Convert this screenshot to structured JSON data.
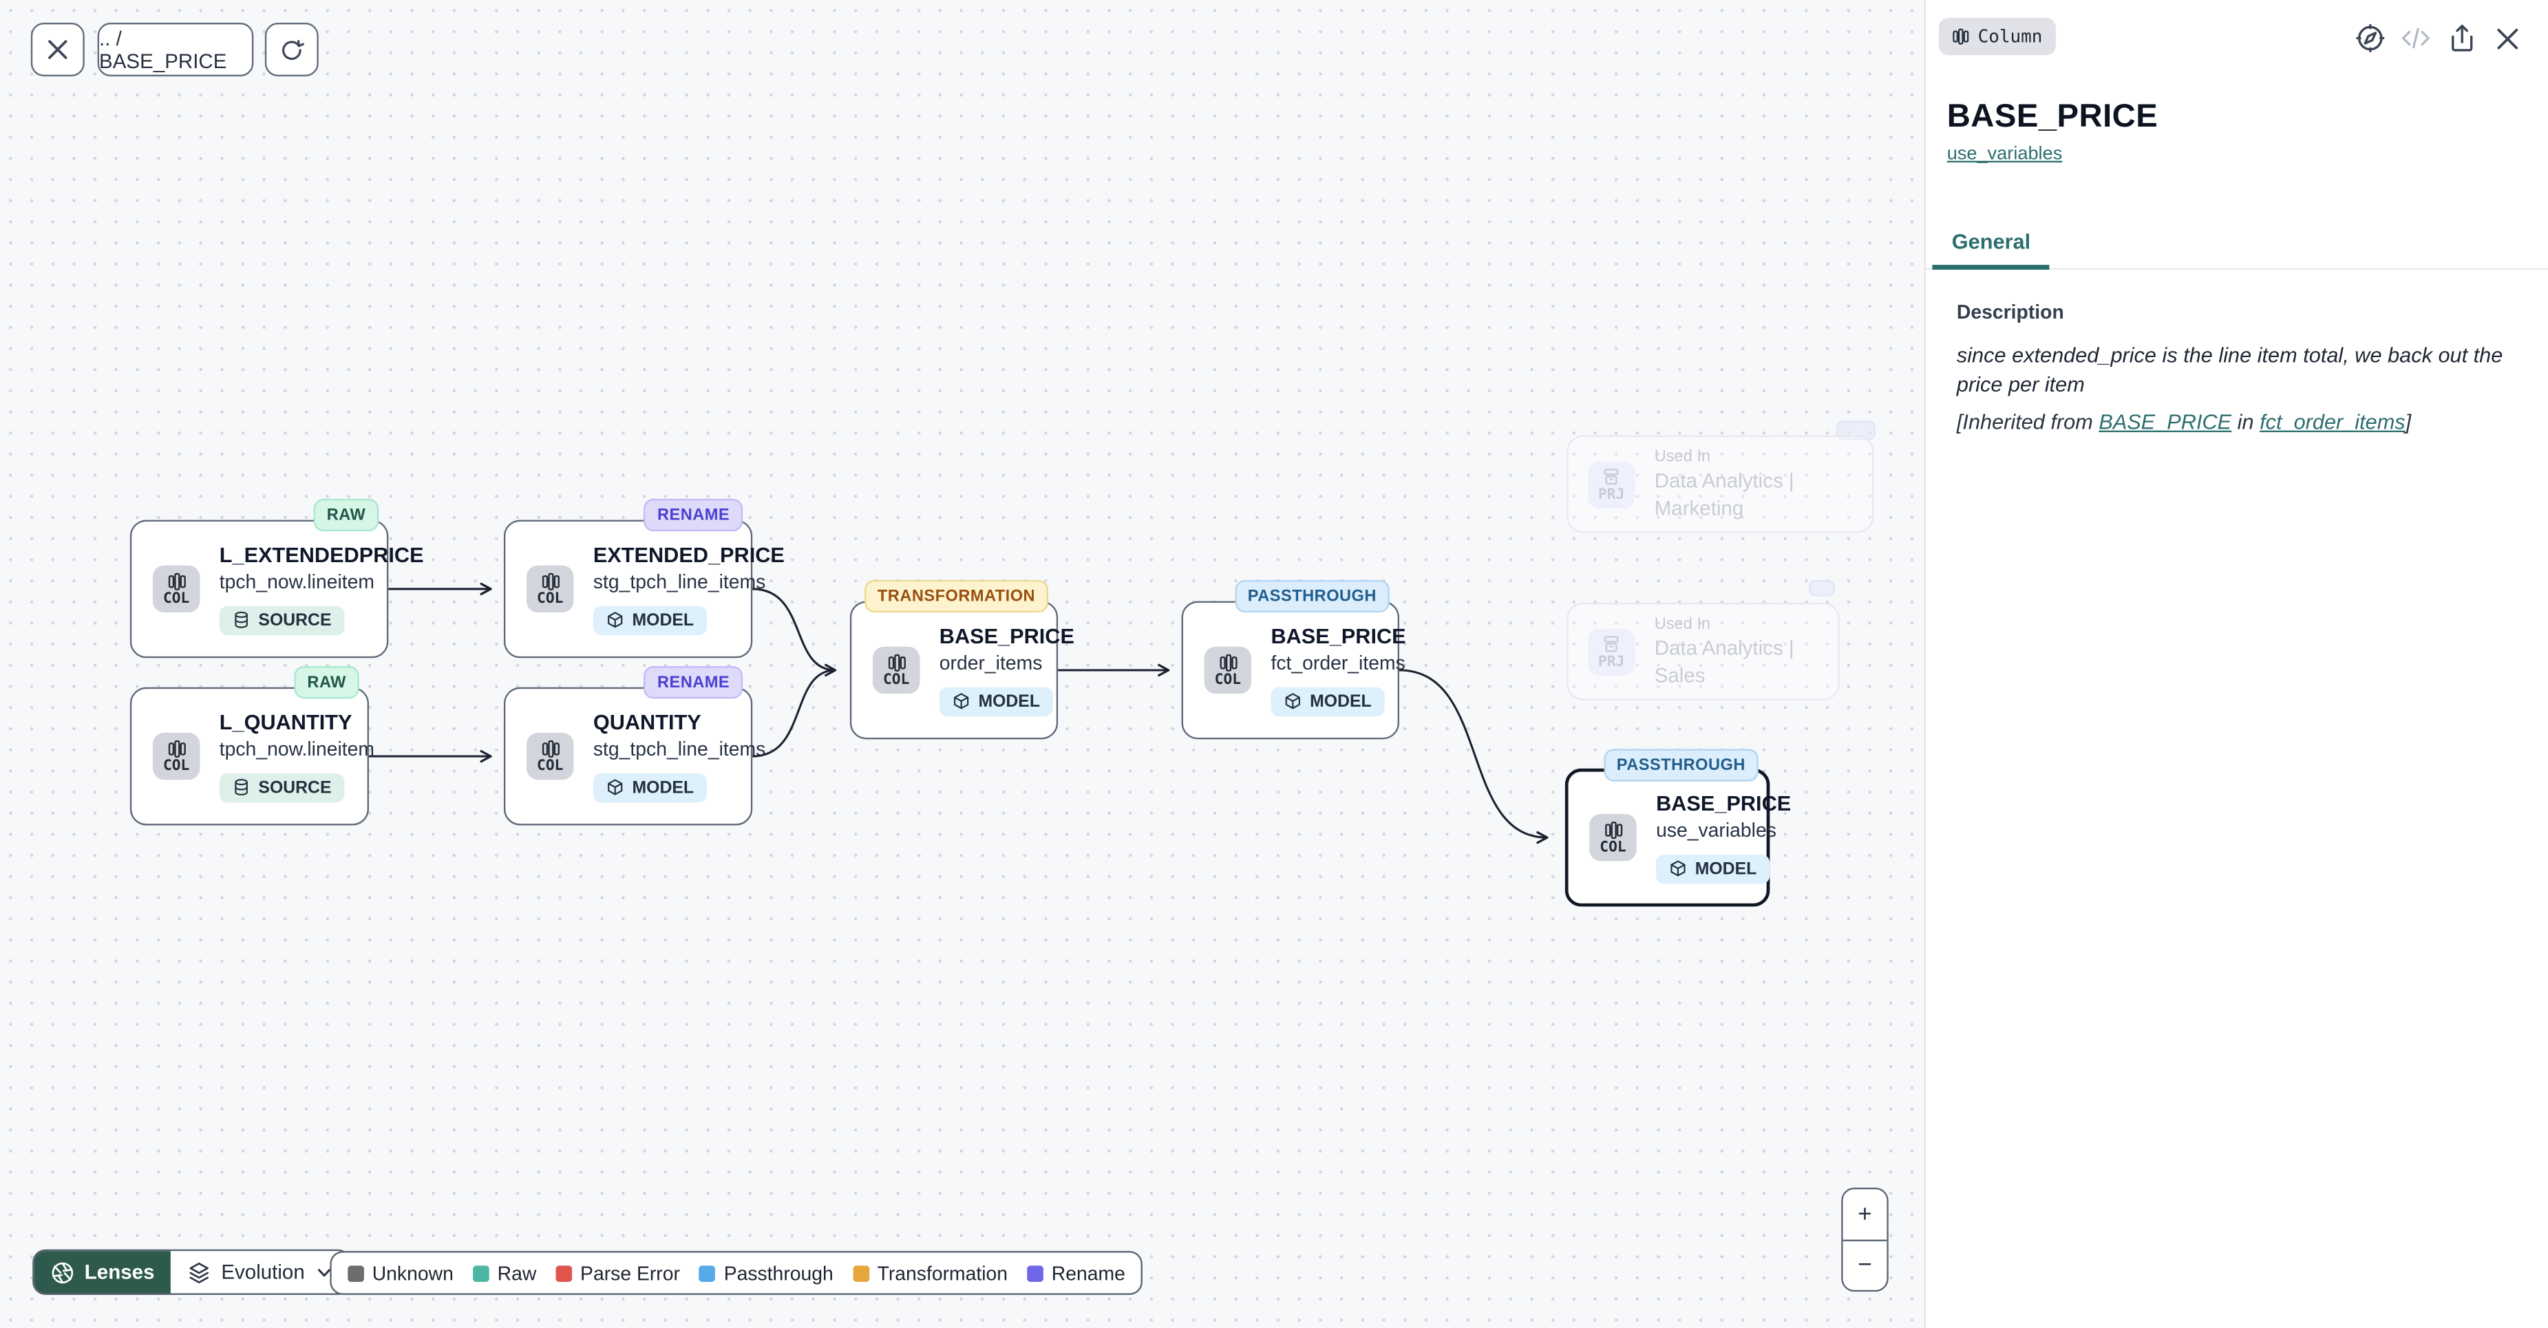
{
  "toolbar": {
    "breadcrumb": ".. / BASE_PRICE"
  },
  "canvas": {
    "nodes": [
      {
        "badge": "RAW",
        "type": "COL",
        "title": "L_EXTENDEDPRICE",
        "subtitle": "tpch_now.lineitem",
        "chip": "SOURCE"
      },
      {
        "badge": "RENAME",
        "type": "COL",
        "title": "EXTENDED_PRICE",
        "subtitle": "stg_tpch_line_items",
        "chip": "MODEL"
      },
      {
        "badge": "RAW",
        "type": "COL",
        "title": "L_QUANTITY",
        "subtitle": "tpch_now.lineitem",
        "chip": "SOURCE"
      },
      {
        "badge": "RENAME",
        "type": "COL",
        "title": "QUANTITY",
        "subtitle": "stg_tpch_line_items",
        "chip": "MODEL"
      },
      {
        "badge": "TRANSFORMATION",
        "type": "COL",
        "title": "BASE_PRICE",
        "subtitle": "order_items",
        "chip": "MODEL"
      },
      {
        "badge": "PASSTHROUGH",
        "type": "COL",
        "title": "BASE_PRICE",
        "subtitle": "fct_order_items",
        "chip": "MODEL"
      },
      {
        "badge": "PASSTHROUGH",
        "type": "COL",
        "title": "BASE_PRICE",
        "subtitle": "use_variables",
        "chip": "MODEL"
      }
    ],
    "used_in": [
      {
        "type": "PRJ",
        "label": "Used In",
        "value": "Data Analytics | Marketing"
      },
      {
        "type": "PRJ",
        "label": "Used In",
        "value": "Data Analytics | Sales"
      }
    ]
  },
  "controls": {
    "lenses_label": "Lenses",
    "lens_selected": "Evolution",
    "zoom_in": "+",
    "zoom_out": "−"
  },
  "legend": {
    "items": [
      {
        "label": "Unknown",
        "color": "#6d6d6d"
      },
      {
        "label": "Raw",
        "color": "#4db6a2"
      },
      {
        "label": "Parse Error",
        "color": "#e0564f"
      },
      {
        "label": "Passthrough",
        "color": "#57a9e8"
      },
      {
        "label": "Transformation",
        "color": "#e5a63c"
      },
      {
        "label": "Rename",
        "color": "#6f66e9"
      }
    ]
  },
  "panel": {
    "type_badge": "Column",
    "title": "BASE_PRICE",
    "model_link": "use_variables",
    "tab": "General",
    "description_heading": "Description",
    "description_body": "since extended_price is the line item total, we back out the price per item",
    "inherited": {
      "prefix": "[Inherited from ",
      "link_column": "BASE_PRICE",
      "middle": " in ",
      "link_model": "fct_order_items",
      "suffix": "]"
    }
  },
  "colors": {
    "accent_teal": "#2c6e6f",
    "lenses_green": "#2e5a4d",
    "selected_node_border": "#111826",
    "badge_raw_bg": "#d6f6e7",
    "badge_rename_bg": "#dedbfa",
    "badge_transformation_bg": "#fdf3cf",
    "badge_passthrough_bg": "#dcedfb",
    "chip_source_bg": "#def0ea",
    "chip_model_bg": "#def0fb"
  }
}
